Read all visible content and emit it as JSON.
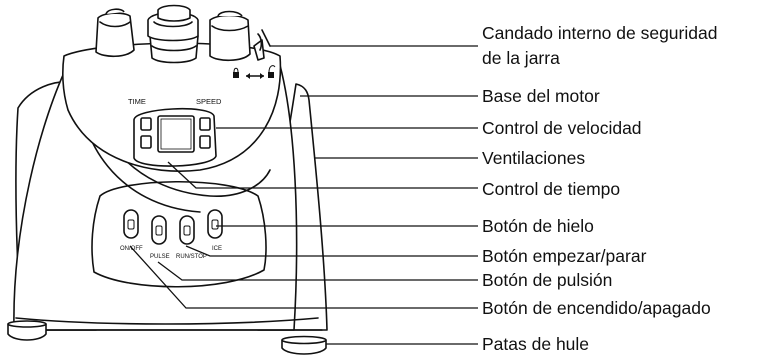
{
  "diagram": {
    "device_labels": {
      "time": "TIME",
      "speed": "SPEED",
      "on_off": "ON/OFF",
      "pulse": "PULSE",
      "run_stop": "RUN/STOP",
      "ice": "ICE"
    },
    "callouts": {
      "lock_line1": "Candado interno de seguridad",
      "lock_line2": "de la jarra",
      "motor_base": "Base del motor",
      "speed_control": "Control de velocidad",
      "vents": "Ventilaciones",
      "time_control": "Control de tiempo",
      "ice_button": "Botón de hielo",
      "start_stop_button": "Botón empezar/parar",
      "pulse_button": "Botón de pulsión",
      "power_button": "Botón de encendido/apagado",
      "rubber_feet": "Patas de hule"
    }
  }
}
